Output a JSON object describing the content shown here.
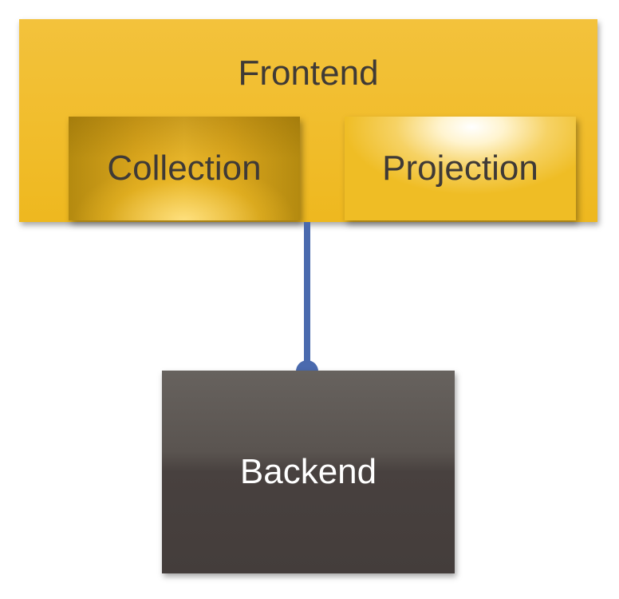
{
  "frontend": {
    "title": "Frontend",
    "modules": [
      {
        "label": "Collection"
      },
      {
        "label": "Projection"
      }
    ]
  },
  "backend": {
    "label": "Backend"
  },
  "colors": {
    "frontend_fill": "#f1bd2c",
    "backend_fill": "#4a4341",
    "connector": "#4a6aae",
    "dark_text": "#3f3a36",
    "light_text": "#ffffff"
  }
}
